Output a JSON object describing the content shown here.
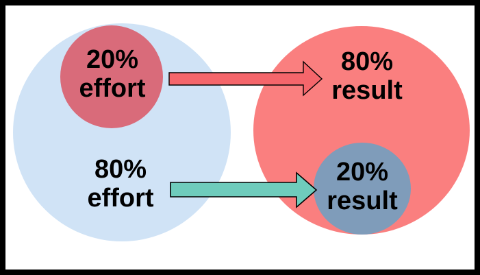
{
  "diagram": {
    "name": "pareto-principle-80-20",
    "labels": {
      "effort_subset": {
        "line1": "20%",
        "line2": "effort"
      },
      "result_main": {
        "line1": "80%",
        "line2": "result"
      },
      "effort_main": {
        "line1": "80%",
        "line2": "effort"
      },
      "result_subset": {
        "line1": "20%",
        "line2": "result"
      }
    },
    "arrows": [
      {
        "name": "red-arrow",
        "from": "20% effort",
        "to": "80% result"
      },
      {
        "name": "teal-arrow",
        "from": "80% effort",
        "to": "20% result"
      }
    ]
  },
  "colors": {
    "background": "#ffffff",
    "frame_border": "#000000",
    "effort_circle": "#d0e3f6",
    "effort_subset_circle": "#d96b7a",
    "result_circle": "#fa7f7f",
    "result_subset_circle": "#7f9cba",
    "red_arrow": "#f5666b",
    "teal_arrow": "#6fccbc",
    "text": "#000000"
  }
}
